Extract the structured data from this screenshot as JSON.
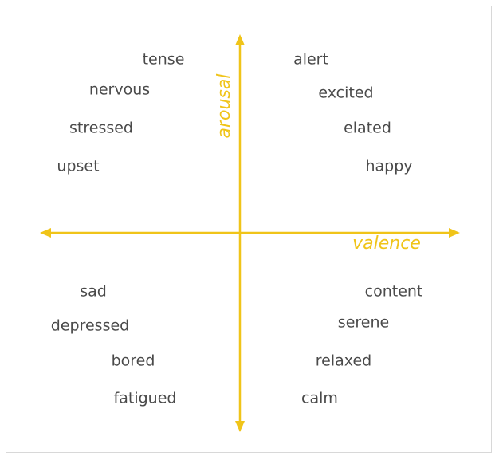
{
  "colors": {
    "axis": "#f0c419",
    "text": "#4a4a4a",
    "frame_border": "#d8d8d8"
  },
  "axes": {
    "vertical_label": "arousal",
    "horizontal_label": "valence"
  },
  "quadrants": {
    "top_left": [
      "tense",
      "nervous",
      "stressed",
      "upset"
    ],
    "top_right": [
      "alert",
      "excited",
      "elated",
      "happy"
    ],
    "bottom_left": [
      "sad",
      "depressed",
      "bored",
      "fatigued"
    ],
    "bottom_right": [
      "content",
      "serene",
      "relaxed",
      "calm"
    ]
  }
}
